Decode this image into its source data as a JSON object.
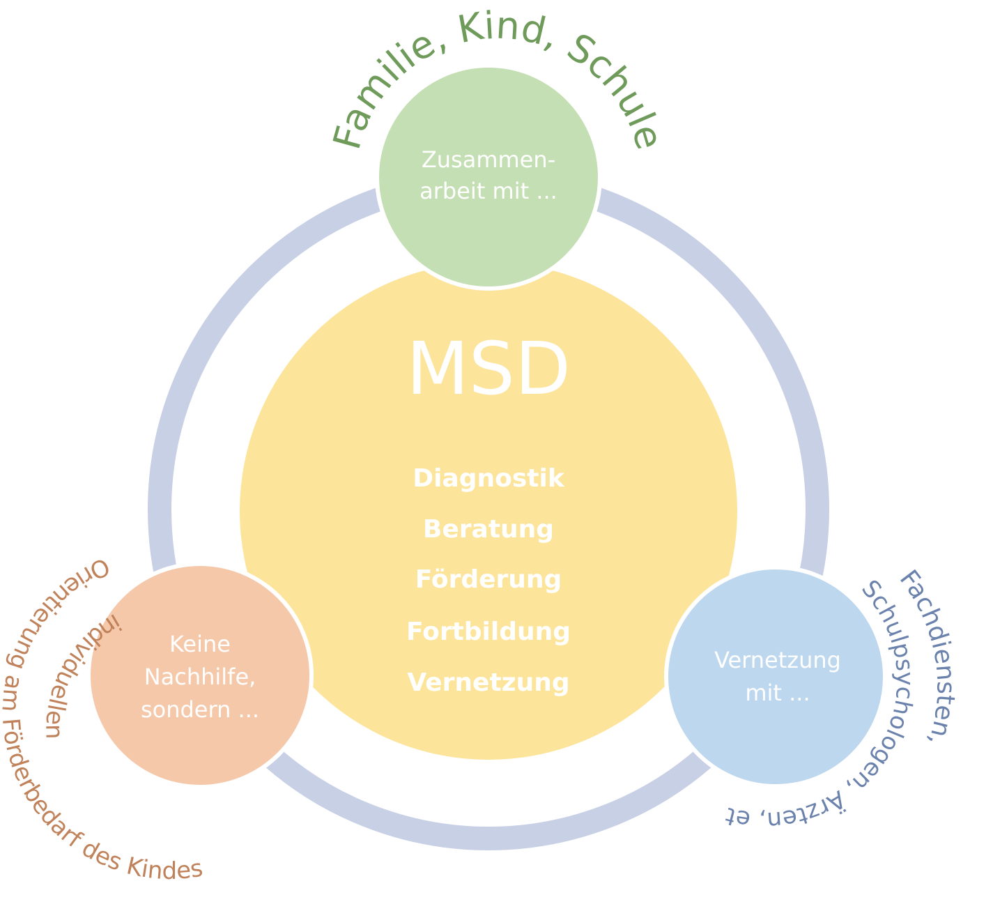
{
  "colors": {
    "ring": "#c8d0e6",
    "center": "#fde49b",
    "green_circle": "#c5dfb4",
    "orange_circle": "#f5c8aa",
    "blue_circle": "#bdd7ee",
    "green_text": "#6e9a5a",
    "orange_text": "#c0825a",
    "blue_text": "#6b82ad",
    "inner_text": "#ffffff"
  },
  "center": {
    "title": "MSD",
    "tasks": [
      "Diagnostik",
      "Beratung",
      "Förderung",
      "Fortbildung",
      "Vernetzung"
    ]
  },
  "top_node": {
    "lines": [
      "Zusammen-",
      "arbeit mit ..."
    ],
    "arc_text": "Familie, Kind, Schule"
  },
  "left_node": {
    "lines": [
      "Keine",
      "Nachhilfe,",
      "sondern ..."
    ],
    "arc_lines": [
      "individuellen",
      "Orientierung am Förderbedarf des Kindes"
    ]
  },
  "right_node": {
    "lines": [
      "Vernetzung",
      "mit ..."
    ],
    "arc_lines": [
      "Fachdiensten,",
      "Schulpsychologen, Ärzten, etc."
    ]
  }
}
